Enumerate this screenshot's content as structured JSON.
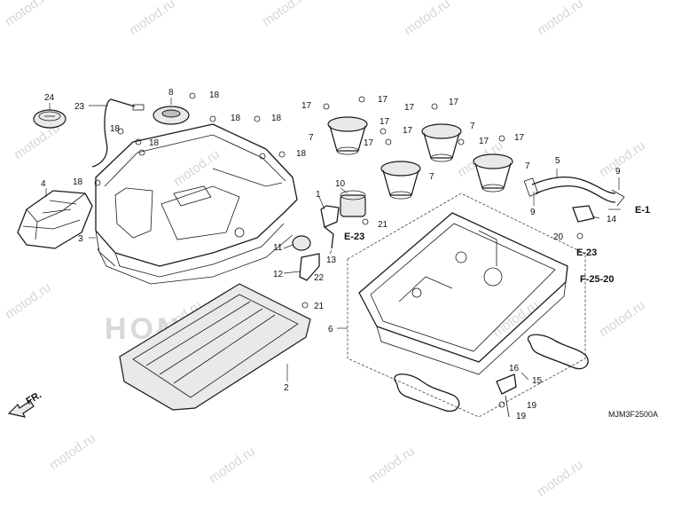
{
  "diagram_code": "MJM3F2500A",
  "watermark_text": "motod.ru",
  "front_arrow_label": "FR.",
  "brand_stamp": "HONDA",
  "part_labels": [
    "1",
    "2",
    "3",
    "4",
    "5",
    "6",
    "7",
    "8",
    "9",
    "10",
    "11",
    "12",
    "13",
    "14",
    "15",
    "16",
    "17",
    "18",
    "19",
    "20",
    "21",
    "22",
    "23",
    "24"
  ],
  "ref_labels": [
    "E-1",
    "E-23",
    "E-23",
    "F-25-20"
  ]
}
